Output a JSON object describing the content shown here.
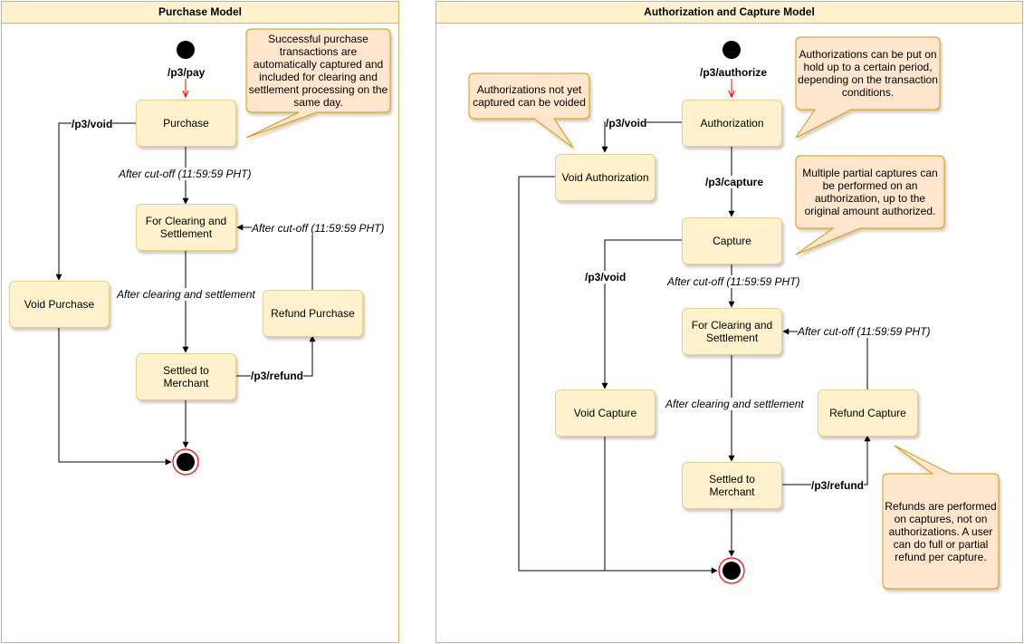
{
  "purchase_model": {
    "title": "Purchase Model",
    "states": {
      "purchase": "Purchase",
      "clearing": "For Clearing and Settlement",
      "void": "Void Purchase",
      "refund": "Refund Purchase",
      "settled": "Settled to Merchant"
    },
    "labels": {
      "pay": "/p3/pay",
      "void": "/p3/void",
      "cutoff1": "After cut-off (11:59:59 PHT)",
      "cutoff2": "After cut-off (11:59:59 PHT)",
      "after_clearing": "After clearing and settlement",
      "refund": "/p3/refund"
    },
    "note": "Successful purchase transactions are automatically captured and included for clearing and settlement processing on the same day."
  },
  "auth_capture_model": {
    "title": "Authorization and Capture Model",
    "states": {
      "authorization": "Authorization",
      "void_auth": "Void Authorization",
      "capture": "Capture",
      "clearing": "For Clearing and Settlement",
      "void_capture": "Void Capture",
      "refund": "Refund Capture",
      "settled": "Settled to Merchant"
    },
    "labels": {
      "authorize": "/p3/authorize",
      "void1": "/p3/void",
      "capture": "/p3/capture",
      "void2": "/p3/void",
      "cutoff1": "After cut-off (11:59:59 PHT)",
      "cutoff2": "After cut-off (11:59:59 PHT)",
      "after_clearing": "After clearing and settlement",
      "refund": "/p3/refund"
    },
    "notes": {
      "void_note": "Authorizations not yet captured can be voided",
      "hold_note": "Authorizations can be put on hold up to a certain period, depending on the transaction conditions.",
      "partial_note": "Multiple partial captures can be performed on an authorization, up to the original amount authorized.",
      "refund_note": "Refunds are performed on captures, not on authorizations. A user can do full or partial refund per capture."
    }
  },
  "colors": {
    "state_fill": "#fff2cc",
    "state_border": "#d6b656",
    "note_fill": "#ffe6cc",
    "note_border": "#d79b00",
    "initial_arrow": "#ff0000",
    "final_ring": "#ff0000"
  }
}
